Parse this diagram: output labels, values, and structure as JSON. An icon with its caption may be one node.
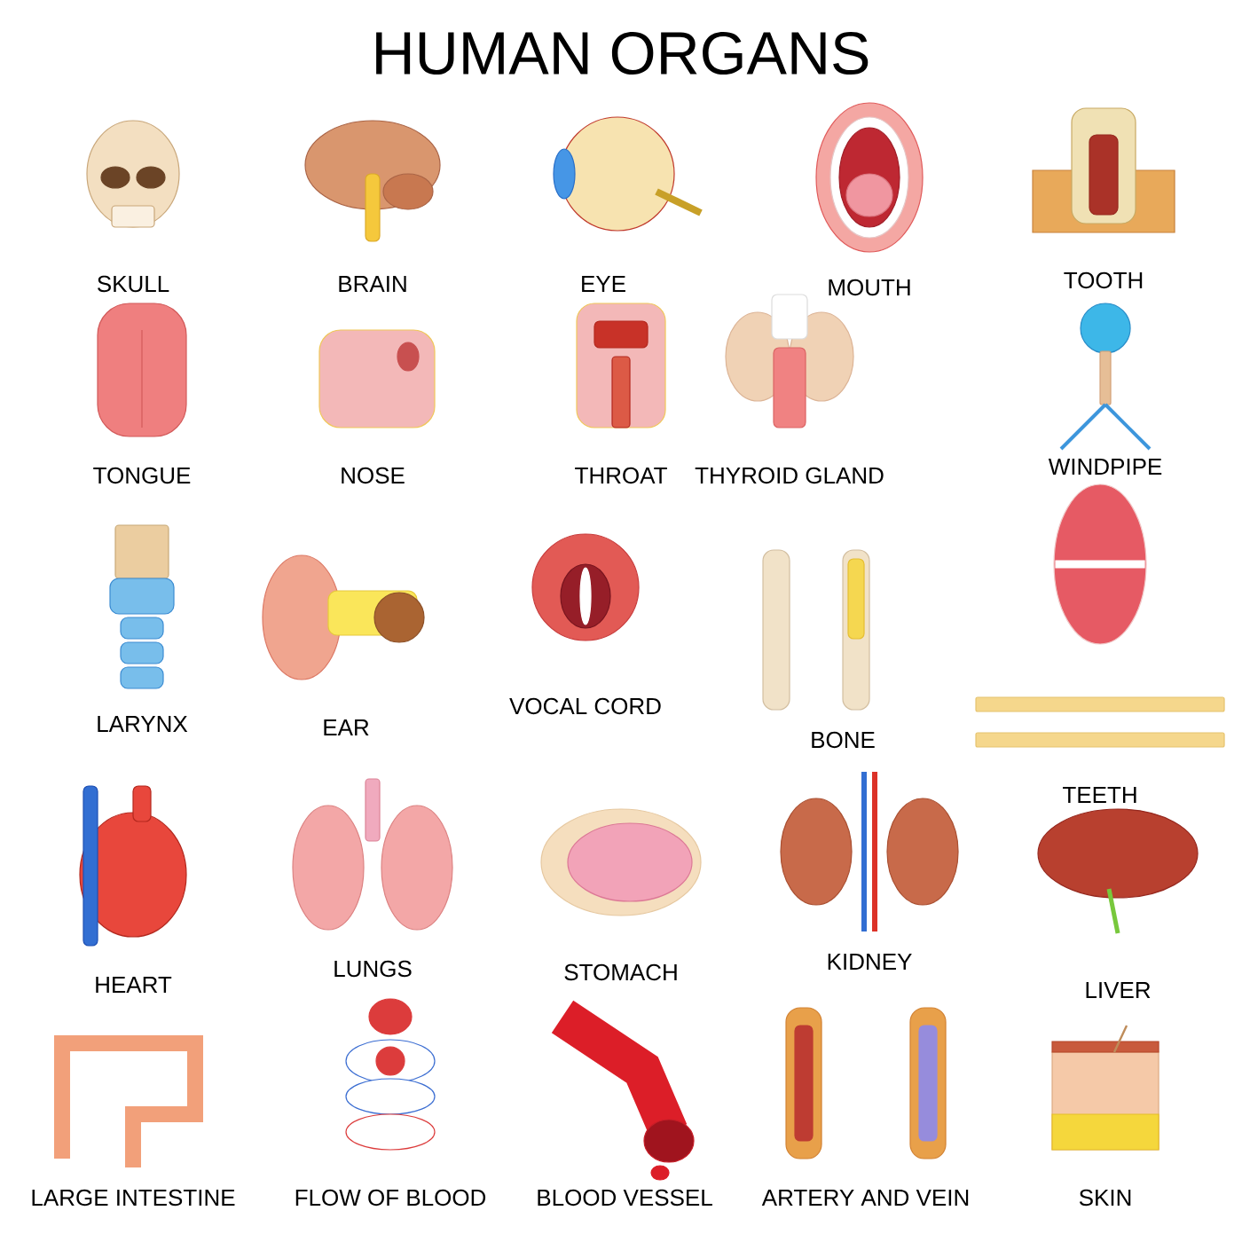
{
  "diagram": {
    "title": "HUMAN ORGANS",
    "labels": [
      "SKULL",
      "BRAIN",
      "EYE",
      "MOUTH",
      "TOOTH",
      "TONGUE",
      "NOSE",
      "THROAT",
      "THYROID GLAND",
      "WINDPIPE",
      "LARYNX",
      "EAR",
      "VOCAL CORD",
      "BONE",
      "TEETH",
      "HEART",
      "LUNGS",
      "STOMACH",
      "KIDNEY",
      "LIVER",
      "LARGE INTESTINE",
      "FLOW OF BLOOD",
      "BLOOD VESSEL",
      "ARTERY AND VEIN",
      "SKIN"
    ]
  }
}
